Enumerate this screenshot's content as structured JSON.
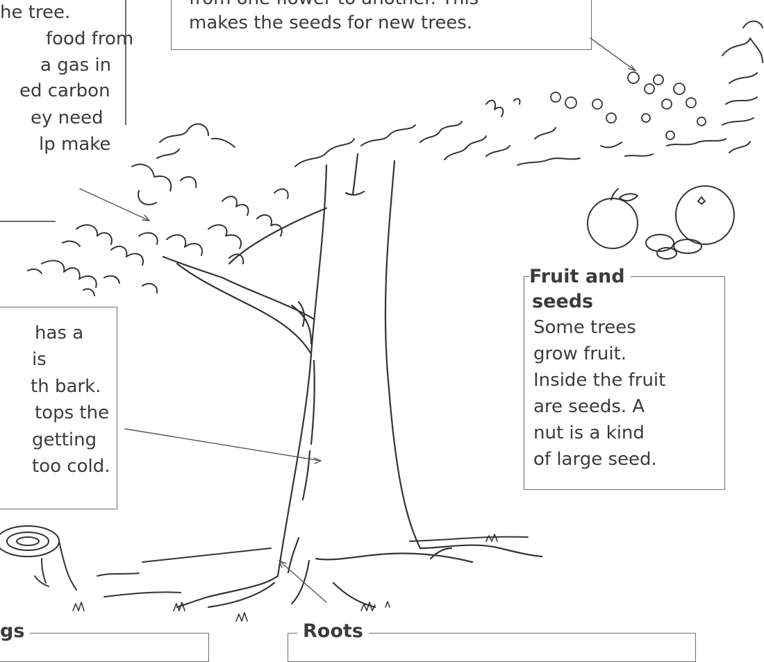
{
  "flowers_text": {
    "line1": "from one flower to another. This",
    "line2": "makes the seeds for new trees."
  },
  "leaves_text": {
    "line1": "he tree.",
    "line2": "food from",
    "line3": "a gas in",
    "line4": "ed carbon",
    "line5": "ey need",
    "line6": "lp make"
  },
  "bark_text": {
    "line1": "has a",
    "line2": "is",
    "line3": "th bark.",
    "line4": "tops the",
    "line5": "getting",
    "line6": "too cold."
  },
  "fruit_box": {
    "heading_line1": "Fruit and",
    "heading_line2": "seeds",
    "line1": "Some trees",
    "line2": "grow fruit.",
    "line3": "Inside the fruit",
    "line4": "are seeds. A",
    "line5": "nut is a kind",
    "line6": "of large seed."
  },
  "rings_box": {
    "heading_partial": "gs"
  },
  "roots_box": {
    "heading": "Roots"
  },
  "colors": {
    "ink": "#3a3a3a",
    "box_border": "#6a6a6a",
    "background": "#ffffff"
  }
}
